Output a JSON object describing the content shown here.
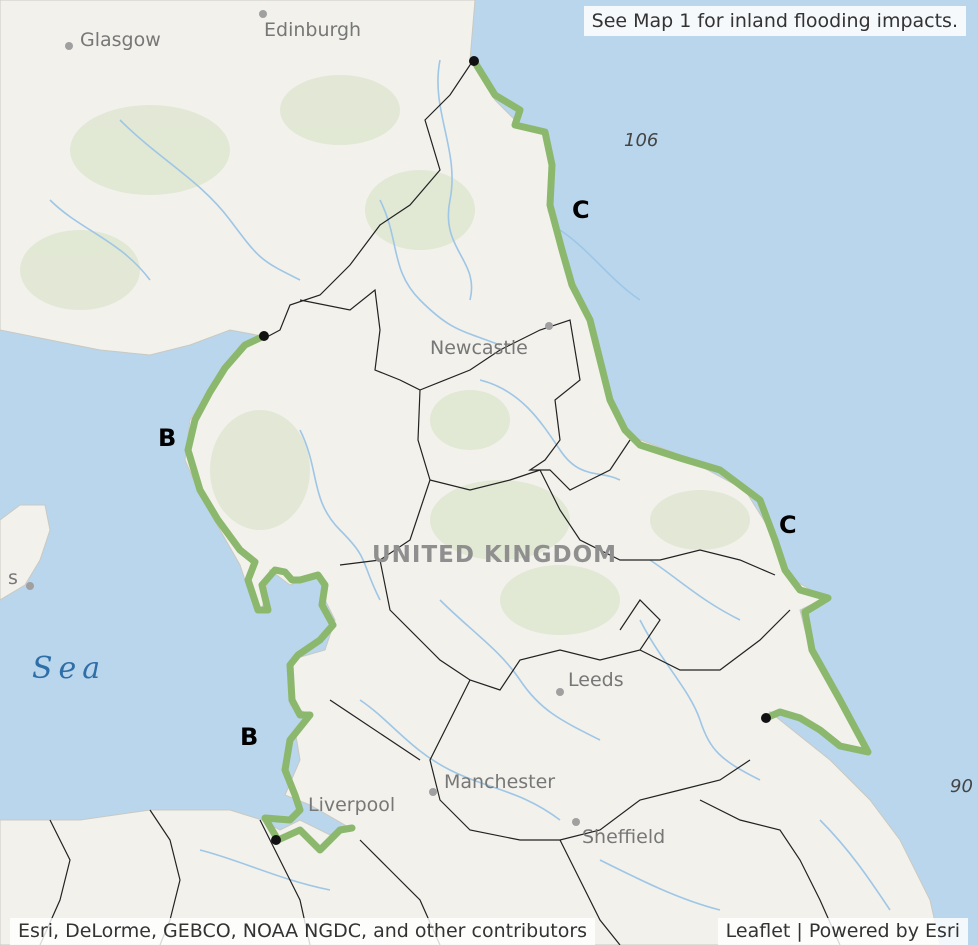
{
  "map": {
    "note": "See Map 1 for inland flooding impacts.",
    "attribution": "Esri, DeLorme, GEBCO, NOAA NGDC, and other contributors",
    "leaflet": "Leaflet | Powered by Esri",
    "country_label": "UNITED KINGDOM",
    "sea_label": "Sea",
    "partial_label": "s",
    "depth_labels": [
      "106",
      "90"
    ],
    "cities": [
      "Glasgow",
      "Edinburgh",
      "Newcastle",
      "Leeds",
      "Manchester",
      "Liverpool",
      "Sheffield"
    ],
    "segment_labels": [
      "B",
      "B",
      "C",
      "C"
    ],
    "colors": {
      "sea": "#b9d6ec",
      "land": "#f2f1ec",
      "coast_segment": "#8bb86d",
      "borders": "#222222",
      "rivers": "#9ec6e6"
    }
  }
}
